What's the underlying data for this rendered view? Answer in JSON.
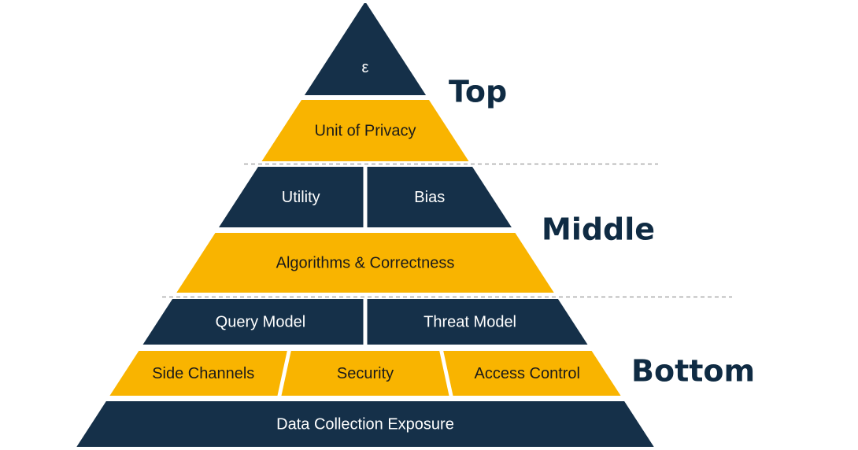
{
  "colors": {
    "navy": "#153049",
    "gold": "#f9b400",
    "navy_text": "#ffffff",
    "gold_text": "#1a1a1a",
    "tier_label": "#0f2b43",
    "divider": "#9a9a9a"
  },
  "pyramid": {
    "rows": [
      {
        "cells": [
          {
            "label": "ε",
            "fill": "navy"
          }
        ]
      },
      {
        "cells": [
          {
            "label": "Unit of Privacy",
            "fill": "gold"
          }
        ]
      },
      {
        "cells": [
          {
            "label": "Utility",
            "fill": "navy"
          },
          {
            "label": "Bias",
            "fill": "navy"
          }
        ]
      },
      {
        "cells": [
          {
            "label": "Algorithms & Correctness",
            "fill": "gold"
          }
        ]
      },
      {
        "cells": [
          {
            "label": "Query Model",
            "fill": "navy"
          },
          {
            "label": "Threat Model",
            "fill": "navy"
          }
        ]
      },
      {
        "cells": [
          {
            "label": "Side Channels",
            "fill": "gold"
          },
          {
            "label": "Security",
            "fill": "gold"
          },
          {
            "label": "Access Control",
            "fill": "gold"
          }
        ]
      },
      {
        "cells": [
          {
            "label": "Data Collection Exposure",
            "fill": "navy"
          }
        ]
      }
    ]
  },
  "tiers": {
    "top": "Top",
    "middle": "Middle",
    "bottom": "Bottom"
  }
}
